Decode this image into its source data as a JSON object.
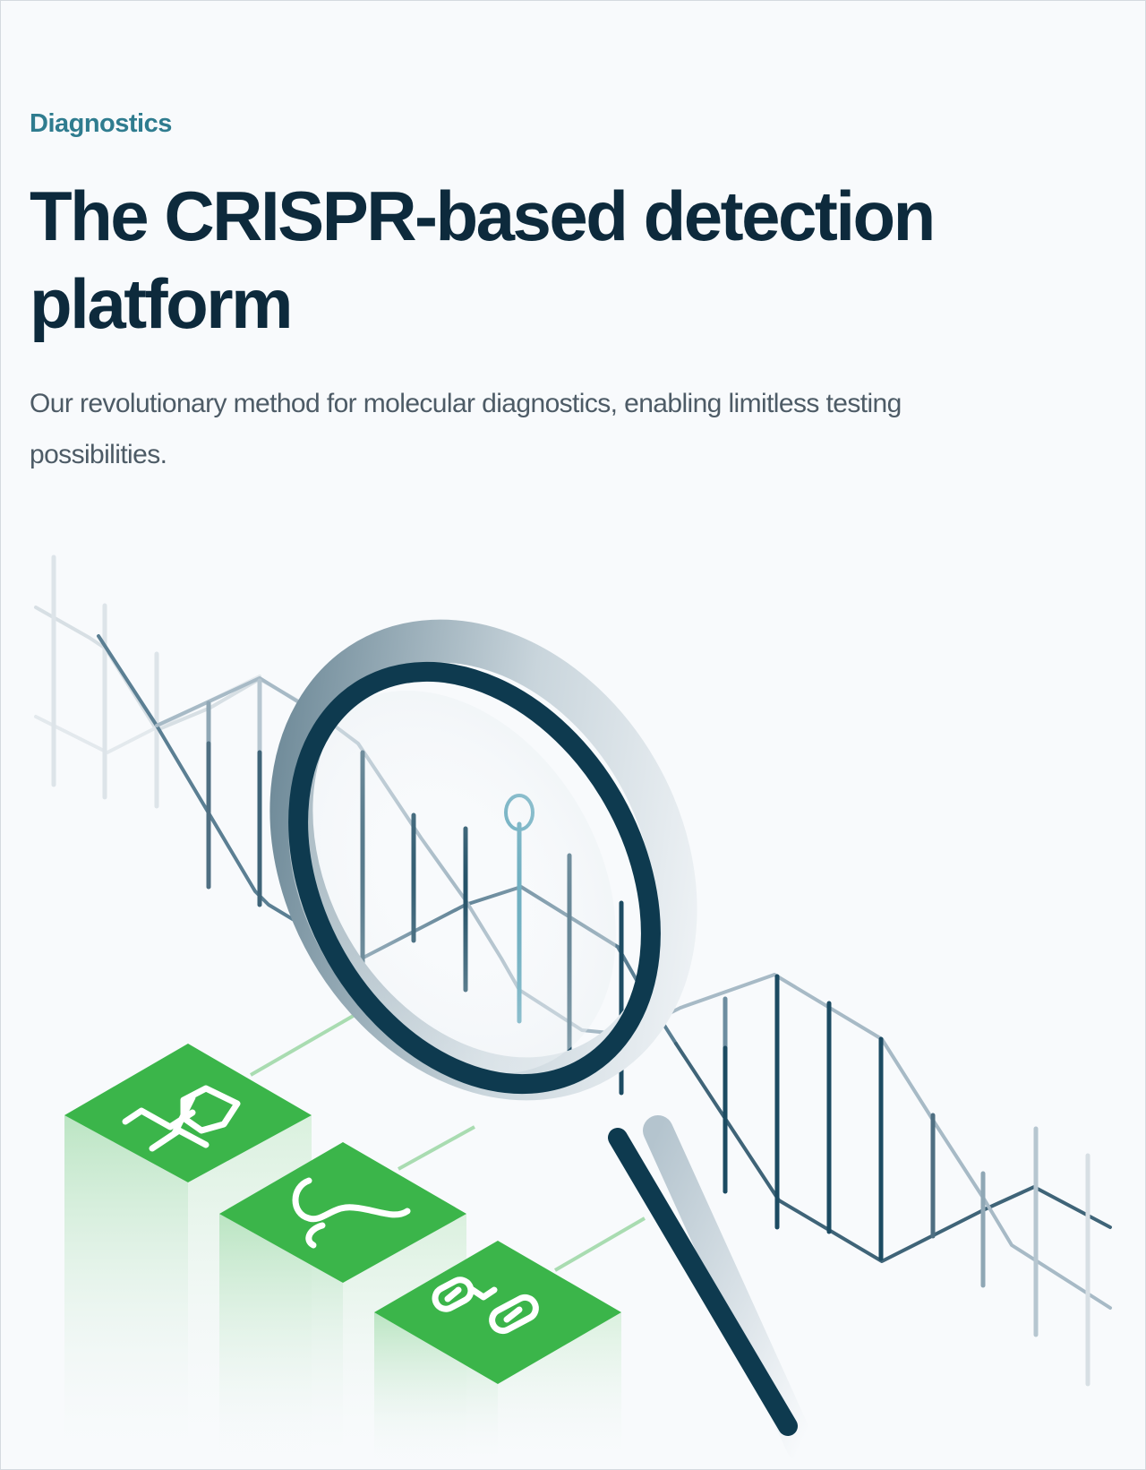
{
  "page": {
    "eyebrow": "Diagnostics",
    "title": "The CRISPR-based detection platform",
    "subtitle": "Our revolutionary method for molecular diagnostics, enabling limitless testing possibilities."
  },
  "illustration": {
    "icons": [
      "magnifying-glass-icon",
      "dna-helix-icon",
      "crispr-guide-rna-icon",
      "cas-protein-icon",
      "dna-cleavage-icon",
      "reporter-molecule-icon"
    ]
  },
  "colors": {
    "background": "#f8fafc",
    "eyebrow": "#2f7c8f",
    "title": "#0d2a3c",
    "subtitle": "#4d5b66",
    "green": "#3bb54a",
    "dark_teal": "#0e3a4f"
  }
}
